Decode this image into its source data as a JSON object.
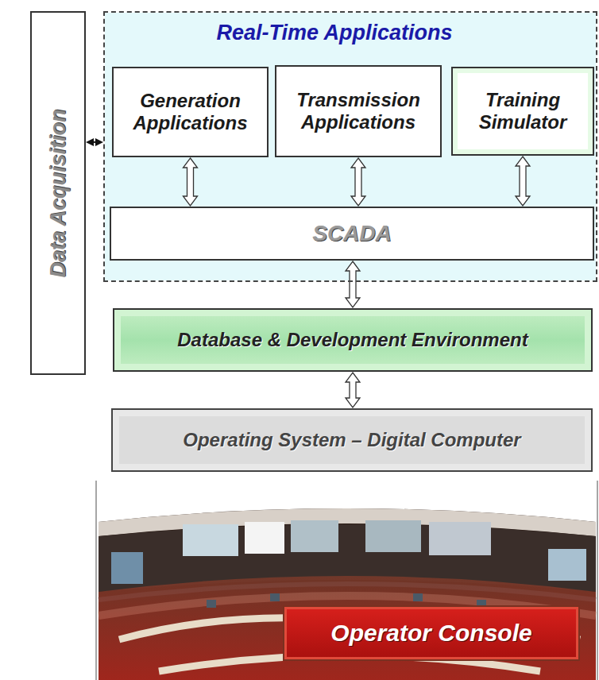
{
  "diagram": {
    "nodes": [
      {
        "text": [
          "Data Acquisition"
        ]
      },
      {
        "text": [
          "Real-Time Applications"
        ]
      },
      {
        "text": [
          "Generation Applications"
        ],
        "in": 1
      },
      {
        "text": [
          "Transmission Applications"
        ],
        "in": 1
      },
      {
        "text": [
          "Training Simulator"
        ],
        "in": 1
      },
      {
        "text": [
          "SCADA"
        ],
        "in": 1
      },
      {
        "text": [
          "Database & Development Environment"
        ]
      },
      {
        "text": [
          "Operating System – Digital Computer"
        ]
      },
      {
        "text": [
          "Operator Console"
        ]
      }
    ],
    "edges": [
      {
        "from": 0,
        "to": 1,
        "arrow": "both"
      },
      {
        "from": 2,
        "to": 5,
        "arrow": "both"
      },
      {
        "from": 3,
        "to": 5,
        "arrow": "both"
      },
      {
        "from": 4,
        "to": 5,
        "arrow": "both"
      },
      {
        "from": 5,
        "to": 6,
        "arrow": "both"
      },
      {
        "from": 6,
        "to": 7,
        "arrow": "both"
      }
    ]
  }
}
